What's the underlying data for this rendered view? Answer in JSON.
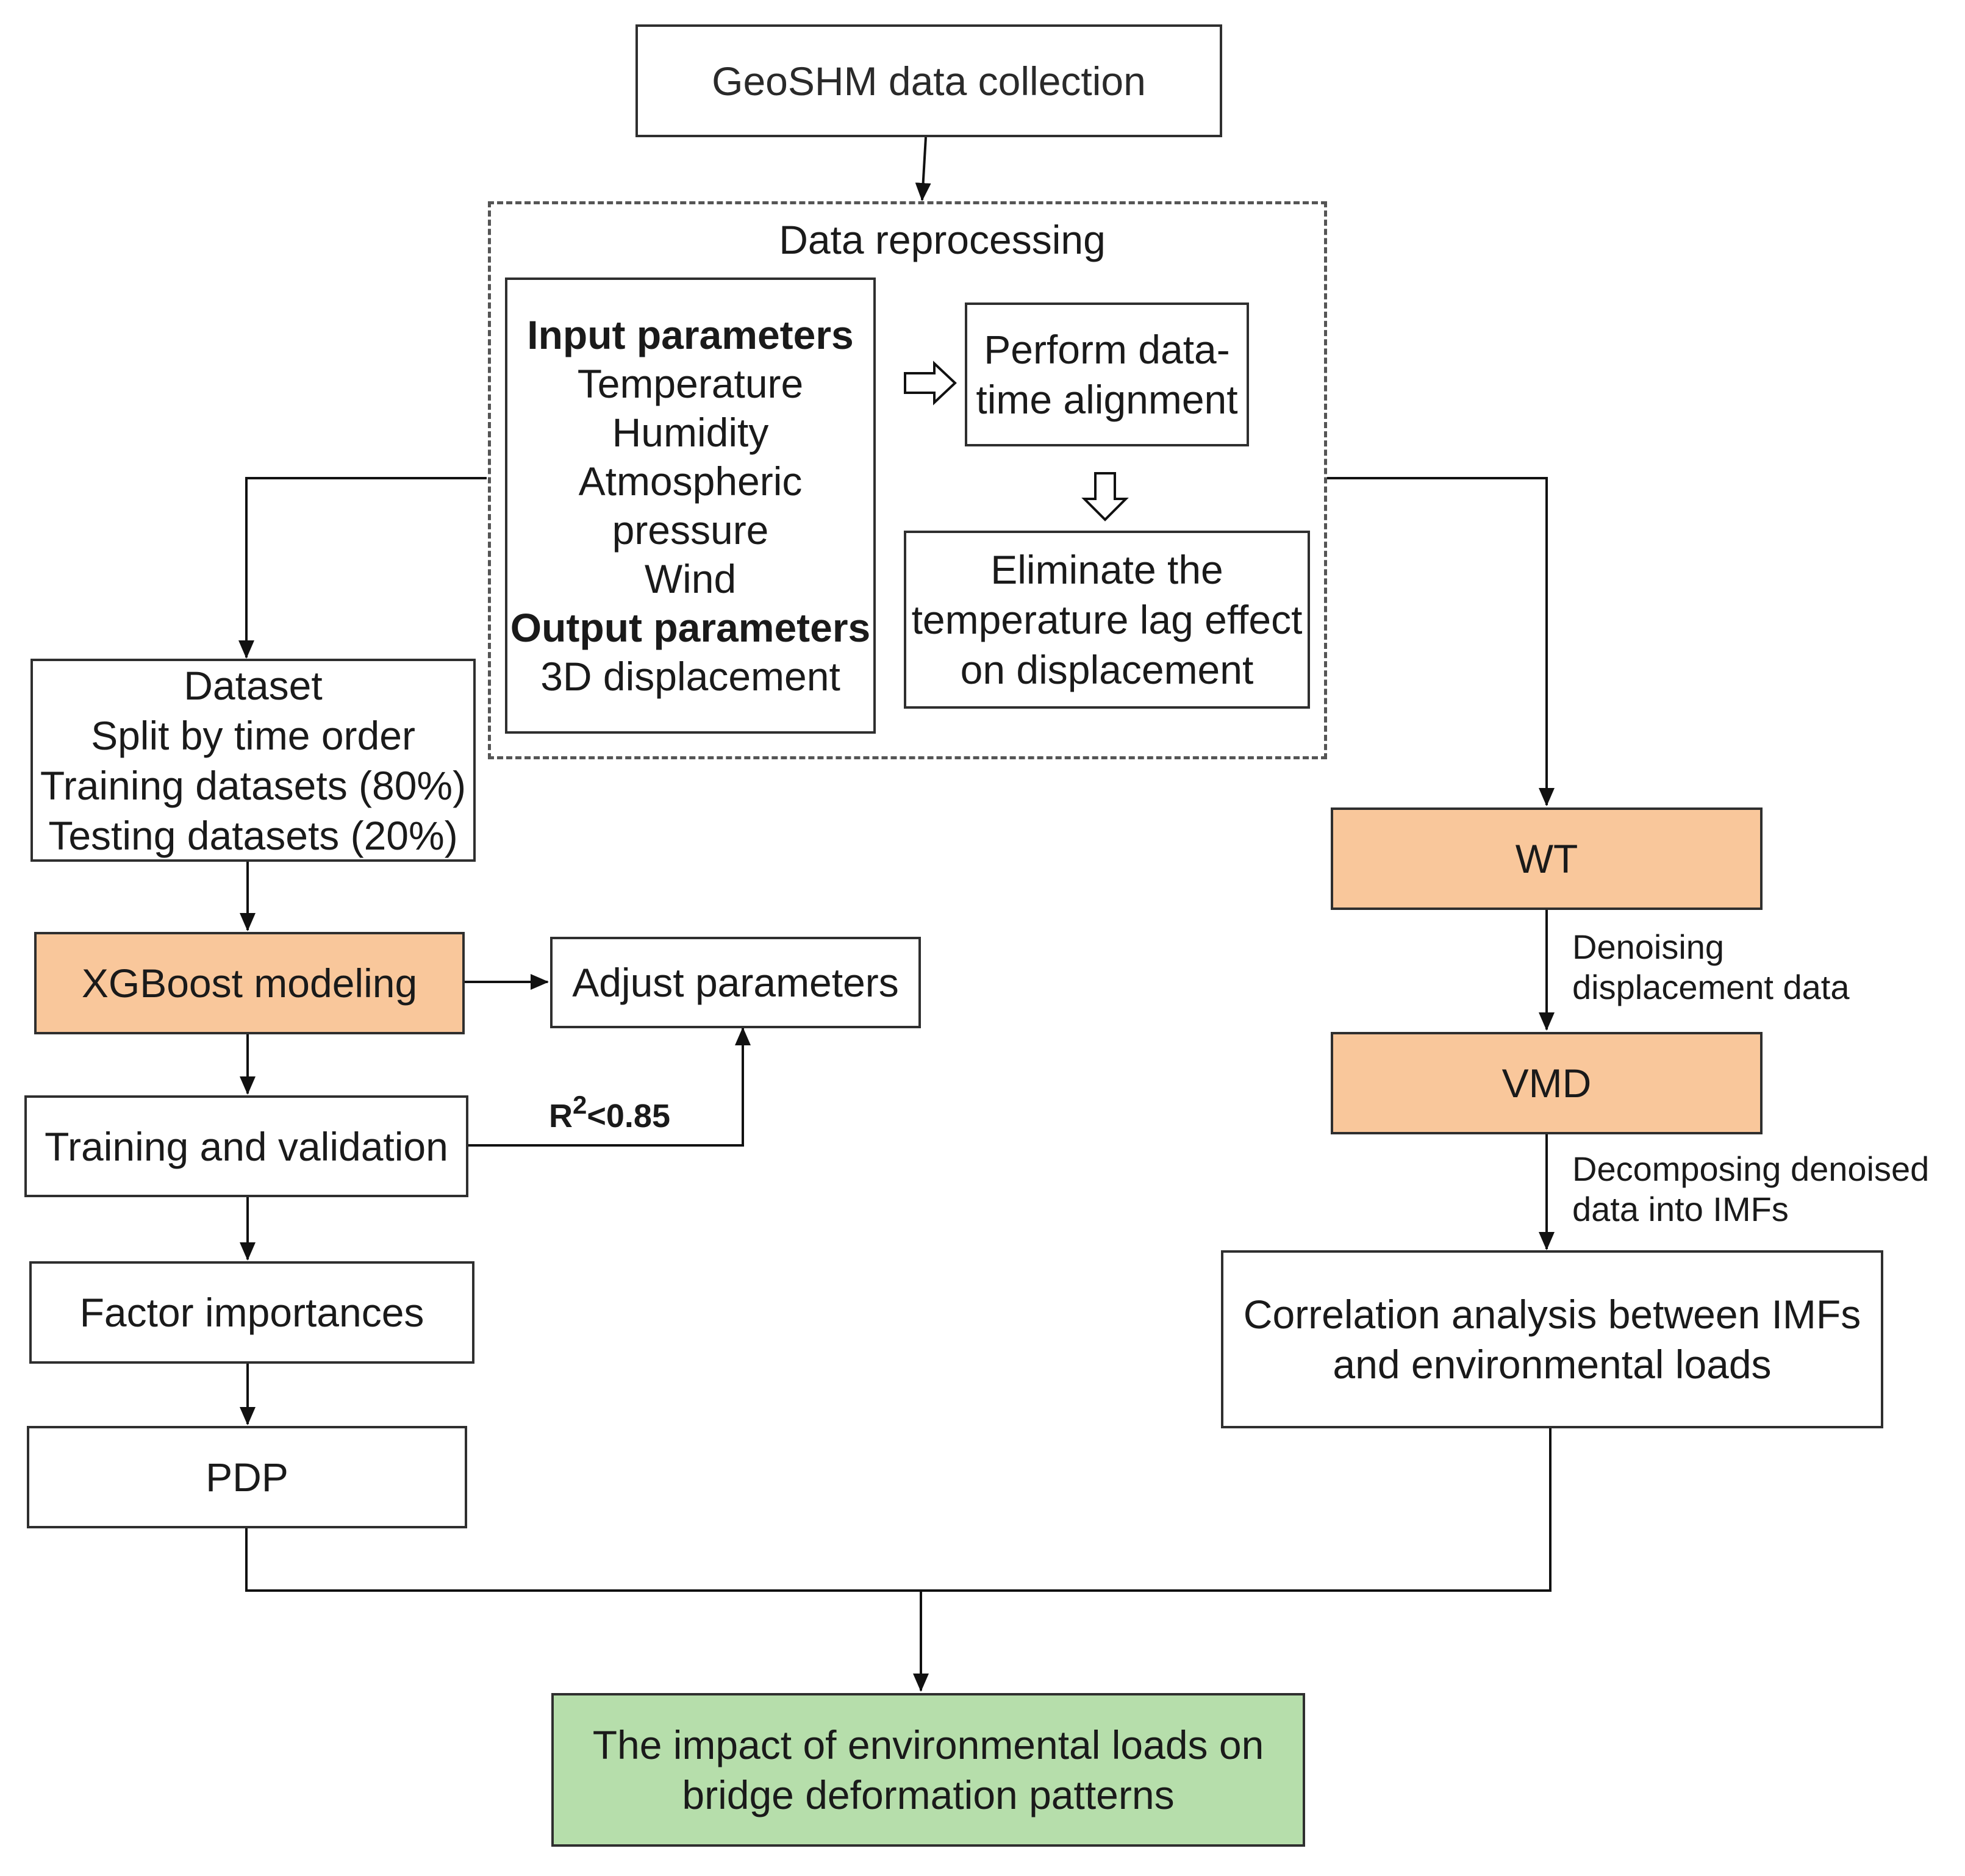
{
  "nodes": {
    "geoshm": "GeoSHM data collection",
    "preprocess_group_label": "Data reprocessing",
    "params": {
      "input_heading": "Input parameters",
      "inputs": [
        "Temperature",
        "Humidity",
        "Atmospheric",
        "pressure",
        "Wind"
      ],
      "output_heading": "Output parameters",
      "outputs": [
        "3D displacement"
      ]
    },
    "align": [
      "Perform data-",
      "time alignment"
    ],
    "eliminate": [
      "Eliminate the",
      "temperature lag effect",
      "on displacement"
    ],
    "dataset": [
      "Dataset",
      "Split by time order",
      "Training datasets (80%)",
      "Testing datasets (20%)"
    ],
    "xgboost": "XGBoost modeling",
    "adjust": "Adjust parameters",
    "training": "Training and validation",
    "factor": "Factor importances",
    "pdp": "PDP",
    "wt": "WT",
    "vmd": "VMD",
    "correlation": [
      "Correlation analysis between IMFs",
      "and environmental loads"
    ],
    "impact": [
      "The impact of environmental loads on",
      "bridge deformation patterns"
    ]
  },
  "edge_labels": {
    "wt_vmd": [
      "Denoising",
      "displacement data"
    ],
    "vmd_corr": [
      "Decomposing denoised",
      "data into IMFs"
    ],
    "r2": {
      "prefix": "R",
      "exp": "2",
      "suffix": "<0.85"
    }
  },
  "colors": {
    "orange": "#f9c79b",
    "green": "#b6deab",
    "border": "#2f2f2f"
  }
}
